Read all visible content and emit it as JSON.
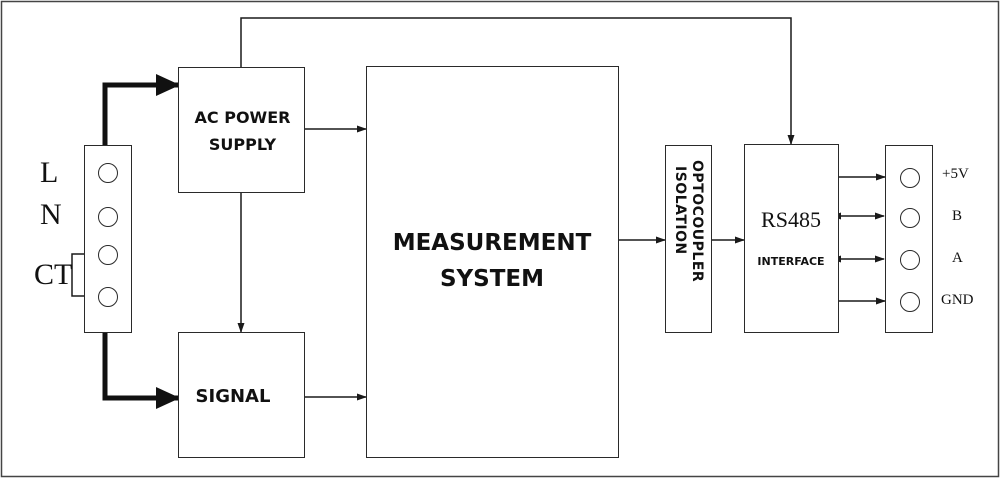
{
  "blocks": {
    "ac_power_supply": {
      "line1": "AC POWER",
      "line2": "SUPPLY"
    },
    "signal": "SIGNAL",
    "measurement_system": {
      "line1": "MEASUREMENT",
      "line2": "SYSTEM"
    },
    "optocoupler_isolation": {
      "line1": "OPTOCOUPLER",
      "line2": "ISOLATION"
    },
    "rs485_interface": {
      "title": "RS485",
      "subtitle": "INTERFACE"
    }
  },
  "input_terminals": {
    "L": "L",
    "N": "N",
    "CT": "CT"
  },
  "output_terminals": [
    "+5V",
    "B",
    "A",
    "GND"
  ]
}
